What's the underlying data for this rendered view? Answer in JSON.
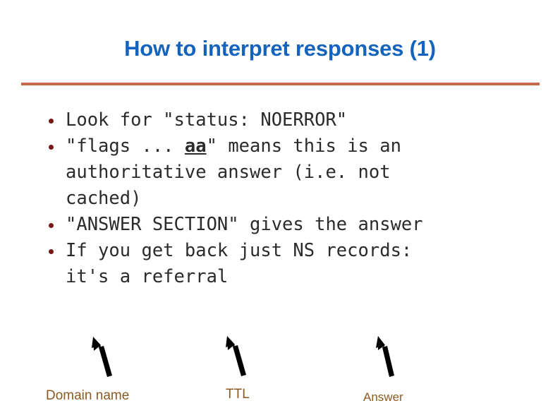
{
  "slide": {
    "title": "How to interpret responses (1)",
    "title_color": "#1464BE",
    "rule_color": "#C4694A",
    "background": "#ffffff"
  },
  "body": {
    "bullet_color": "#7A1515",
    "text_color": "#2B2B2B",
    "bullets": [
      {
        "id": "bullet-status",
        "text": "Look for \"status: NOERROR\""
      },
      {
        "id": "bullet-flags",
        "pre": "\"flags ... ",
        "emphasis": "aa",
        "post": "\" means this is an\nauthoritative answer (i.e. not\ncached)",
        "text": "\"flags ... aa\" means this is an authoritative answer (i.e. not cached)"
      },
      {
        "id": "bullet-answer-section",
        "text": "\"ANSWER SECTION\" gives the answer"
      },
      {
        "id": "bullet-referral",
        "text": "If you get back just NS records:\nit's a referral"
      }
    ]
  },
  "callouts": {
    "label_color": "#8B5A21",
    "arrow_color": "#000000",
    "items": [
      {
        "id": "callout-domain-name",
        "label": "Domain name"
      },
      {
        "id": "callout-ttl",
        "label": "TTL"
      },
      {
        "id": "callout-answer",
        "label": "Answer"
      }
    ]
  }
}
